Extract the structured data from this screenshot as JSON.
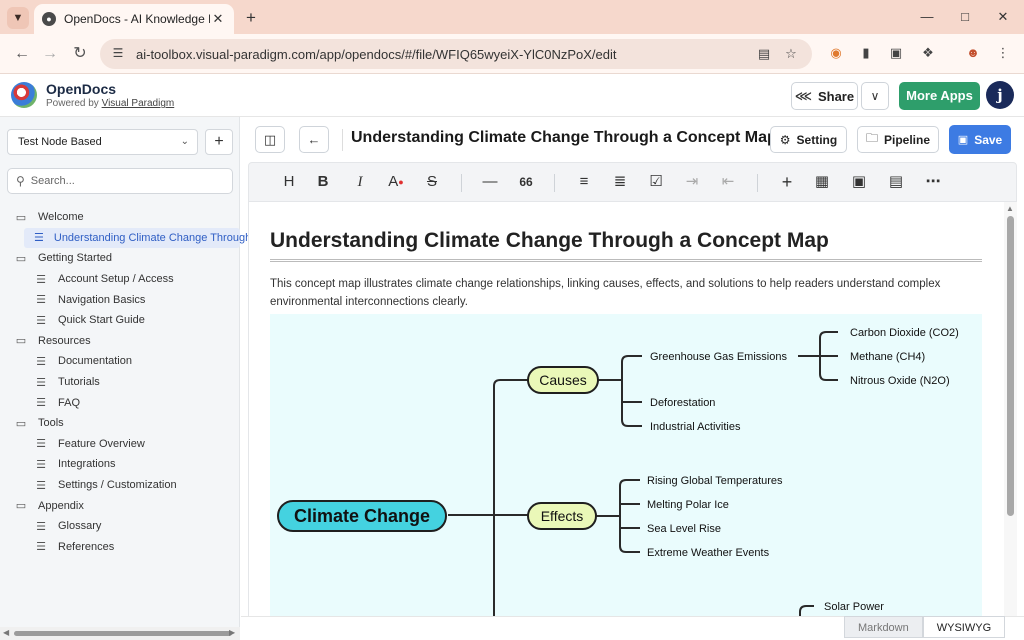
{
  "browser": {
    "tab_title": "OpenDocs - AI Knowledge Base",
    "url": "ai-toolbox.visual-paradigm.com/app/opendocs/#/file/WFIQ65wyeiX-YlC0NzPoX/edit"
  },
  "header": {
    "app_name": "OpenDocs",
    "powered_prefix": "Powered by ",
    "powered_link": "Visual Paradigm",
    "share_label": "Share",
    "more_apps_label": "More Apps",
    "avatar_letter": "j"
  },
  "sidebar": {
    "node_select_value": "Test Node Based",
    "search_placeholder": "Search...",
    "items": [
      {
        "type": "folder",
        "label": "Welcome"
      },
      {
        "type": "doc",
        "label": "Understanding Climate Change Through a Concept Map",
        "active": true
      },
      {
        "type": "folder",
        "label": "Getting Started"
      },
      {
        "type": "doc",
        "label": "Account Setup / Access"
      },
      {
        "type": "doc",
        "label": "Navigation Basics"
      },
      {
        "type": "doc",
        "label": "Quick Start Guide"
      },
      {
        "type": "folder",
        "label": "Resources"
      },
      {
        "type": "doc",
        "label": "Documentation"
      },
      {
        "type": "doc",
        "label": "Tutorials"
      },
      {
        "type": "doc",
        "label": "FAQ"
      },
      {
        "type": "folder",
        "label": "Tools"
      },
      {
        "type": "doc",
        "label": "Feature Overview"
      },
      {
        "type": "doc",
        "label": "Integrations"
      },
      {
        "type": "doc",
        "label": "Settings / Customization"
      },
      {
        "type": "folder",
        "label": "Appendix"
      },
      {
        "type": "doc",
        "label": "Glossary"
      },
      {
        "type": "doc",
        "label": "References"
      }
    ]
  },
  "editor": {
    "doc_title": "Understanding Climate Change Through a Concept Map",
    "setting_label": "Setting",
    "pipeline_label": "Pipeline",
    "save_label": "Save",
    "toolbar_quote": "66"
  },
  "document": {
    "heading": "Understanding Climate Change Through a Concept Map",
    "paragraph": "This concept map illustrates climate change relationships, linking causes, effects, and solutions to help readers understand complex environmental interconnections clearly."
  },
  "concept_map": {
    "root": "Climate Change",
    "branches": {
      "causes": {
        "label": "Causes",
        "items": [
          "Greenhouse Gas Emissions",
          "Deforestation",
          "Industrial Activities"
        ],
        "sub_items": [
          "Carbon Dioxide (CO2)",
          "Methane (CH4)",
          "Nitrous Oxide (N2O)"
        ]
      },
      "effects": {
        "label": "Effects",
        "items": [
          "Rising Global Temperatures",
          "Melting Polar Ice",
          "Sea Level Rise",
          "Extreme Weather Events"
        ]
      },
      "solutions": {
        "items": [
          "Solar Power"
        ]
      }
    },
    "colors": {
      "root_fill": "#44d2e0",
      "branch_fill": "#eaf8b8",
      "background": "#eafcfd",
      "line": "#2a2a2a"
    }
  },
  "modes": {
    "markdown": "Markdown",
    "wysiwyg": "WYSIWYG"
  }
}
